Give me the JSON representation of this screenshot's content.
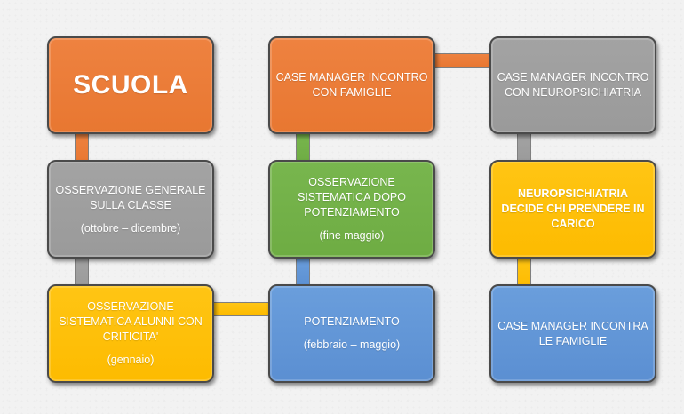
{
  "boxes": {
    "scuola": {
      "title": "SCUOLA"
    },
    "osservazione_generale": {
      "title": "OSSERVAZIONE GENERALE SULLA CLASSE",
      "period": "(ottobre – dicembre)"
    },
    "osservazione_alunni": {
      "title": "OSSERVAZIONE SISTEMATICA ALUNNI CON CRITICITA'",
      "period": "(gennaio)"
    },
    "case_manager_famiglie": {
      "title": "CASE MANAGER INCONTRO CON FAMIGLIE"
    },
    "osservazione_potenziamento": {
      "title": "OSSERVAZIONE SISTEMATICA DOPO POTENZIAMENTO",
      "period": "(fine maggio)"
    },
    "potenziamento": {
      "title": "POTENZIAMENTO",
      "period": "(febbraio – maggio)"
    },
    "case_manager_neuro": {
      "title": "CASE MANAGER INCONTRO CON NEUROPSICHIATRIA"
    },
    "neuropsichiatria": {
      "title": "NEUROPSICHIATRIA DECIDE CHI PRENDERE IN CARICO"
    },
    "case_manager_incontra": {
      "title": "CASE MANAGER INCONTRA LE FAMIGLIE"
    }
  },
  "colors": {
    "orange": "#e87731",
    "gray": "#9a9a9a",
    "yellow": "#fdbb00",
    "green": "#6eac43",
    "blue": "#5b8fd2"
  }
}
